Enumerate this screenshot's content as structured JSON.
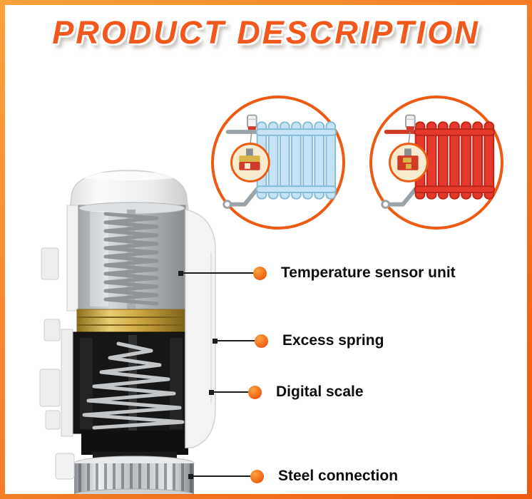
{
  "page": {
    "title": "PRODUCT DESCRIPTION"
  },
  "colors": {
    "accent": "#EE5A11",
    "accent_soft": "#F9A53F",
    "title_color": "#F2571C",
    "frame_start": "#F9A13B",
    "frame_end": "#EE5A11",
    "label_text": "#0D0D0D",
    "line_color": "#1C1C1C",
    "radiator_cold_fill": "#C6E3F4",
    "radiator_cold_outline": "#85BBD9",
    "radiator_hot_fill": "#E5392B",
    "radiator_hot_outline": "#BE2417",
    "pipe_gray": "#9AA3A8",
    "magnifier_fill": "#F7ECCF",
    "valve_red": "#D23A28",
    "brass": "#D9B44A"
  },
  "callouts": [
    {
      "label": "Temperature sensor unit"
    },
    {
      "label": "Excess spring"
    },
    {
      "label": "Digital scale"
    },
    {
      "label": "Steel connection"
    }
  ],
  "figures": {
    "cold_radiator_icon": "radiator-cold-icon",
    "hot_radiator_icon": "radiator-hot-icon",
    "product_image": "thermostatic-valve-cutaway"
  }
}
